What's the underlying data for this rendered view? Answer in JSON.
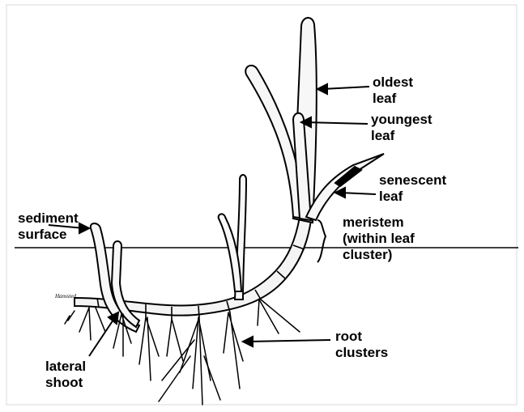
{
  "labels": {
    "oldest_leaf_1": "oldest",
    "oldest_leaf_2": "leaf",
    "youngest_leaf_1": "youngest",
    "youngest_leaf_2": "leaf",
    "senescent_leaf_1": "senescent",
    "senescent_leaf_2": "leaf",
    "sediment_surface_1": "sediment",
    "sediment_surface_2": "surface",
    "meristem_1": "meristem",
    "meristem_2": "(within leaf",
    "meristem_3": "cluster)",
    "root_clusters_1": "root",
    "root_clusters_2": "clusters",
    "lateral_shoot_1": "lateral",
    "lateral_shoot_2": "shoot",
    "signature": "Hanssted"
  },
  "colors": {
    "ink": "#000000",
    "background": "#ffffff"
  }
}
